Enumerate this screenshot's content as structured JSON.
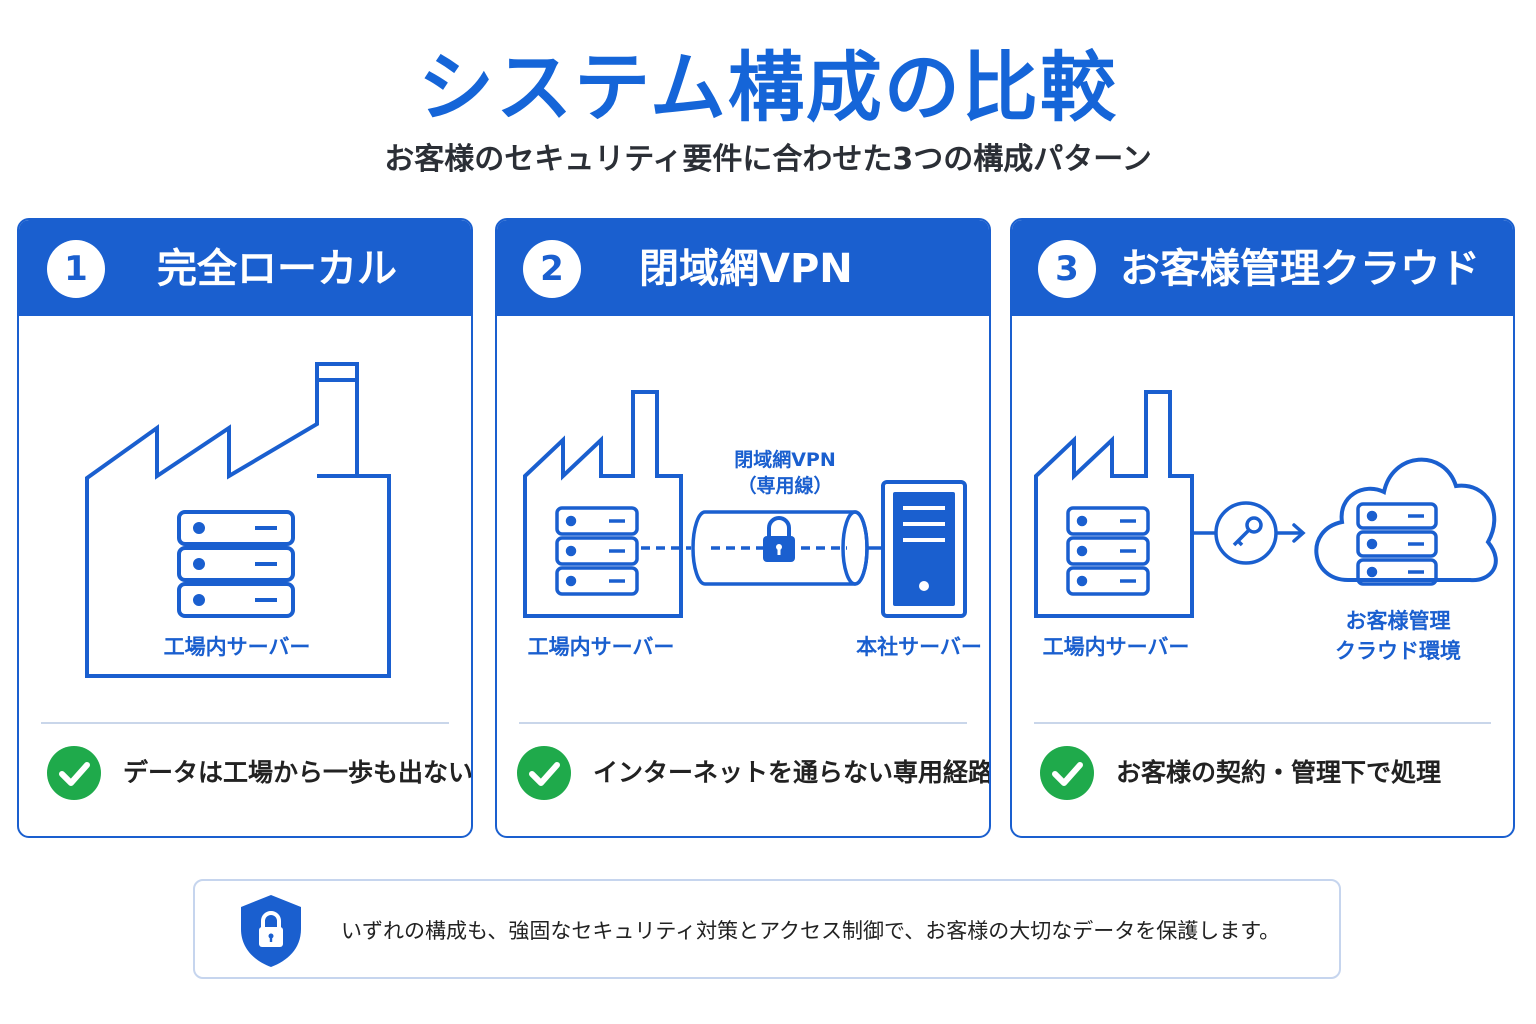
{
  "header": {
    "title": "システム構成の比較",
    "subtitle": "お客様のセキュリティ要件に合わせた3つの構成パターン"
  },
  "colors": {
    "primary": "#1a5fcf",
    "title": "#1565d8",
    "check": "#1faa4b",
    "divider": "#c9d6ea"
  },
  "cards": [
    {
      "number": "1",
      "title": "完全ローカル",
      "labels": {
        "factory_server": "工場内サーバー"
      },
      "feature": "データは工場から一歩も出ない",
      "icons": [
        "factory-icon",
        "server-rack-icon",
        "check-icon"
      ]
    },
    {
      "number": "2",
      "title": "閉域網VPN",
      "labels": {
        "factory_server": "工場内サーバー",
        "tunnel_line1": "閉域網VPN",
        "tunnel_line2": "（専用線）",
        "hq_server": "本社サーバー"
      },
      "feature": "インターネットを通らない専用経路",
      "icons": [
        "factory-icon",
        "server-rack-icon",
        "vpn-tunnel-icon",
        "lock-icon",
        "tower-server-icon",
        "check-icon"
      ]
    },
    {
      "number": "3",
      "title": "お客様管理クラウド",
      "labels": {
        "factory_server": "工場内サーバー",
        "cloud_line1": "お客様管理",
        "cloud_line2": "クラウド環境"
      },
      "feature": "お客様の契約・管理下で処理",
      "icons": [
        "factory-icon",
        "server-rack-icon",
        "key-icon",
        "arrow-right-icon",
        "cloud-icon",
        "check-icon"
      ]
    }
  ],
  "footer_note": {
    "text": "いずれの構成も、強固なセキュリティ対策とアクセス制御で、お客様の大切なデータを保護します。",
    "icon": "shield-lock-icon"
  }
}
